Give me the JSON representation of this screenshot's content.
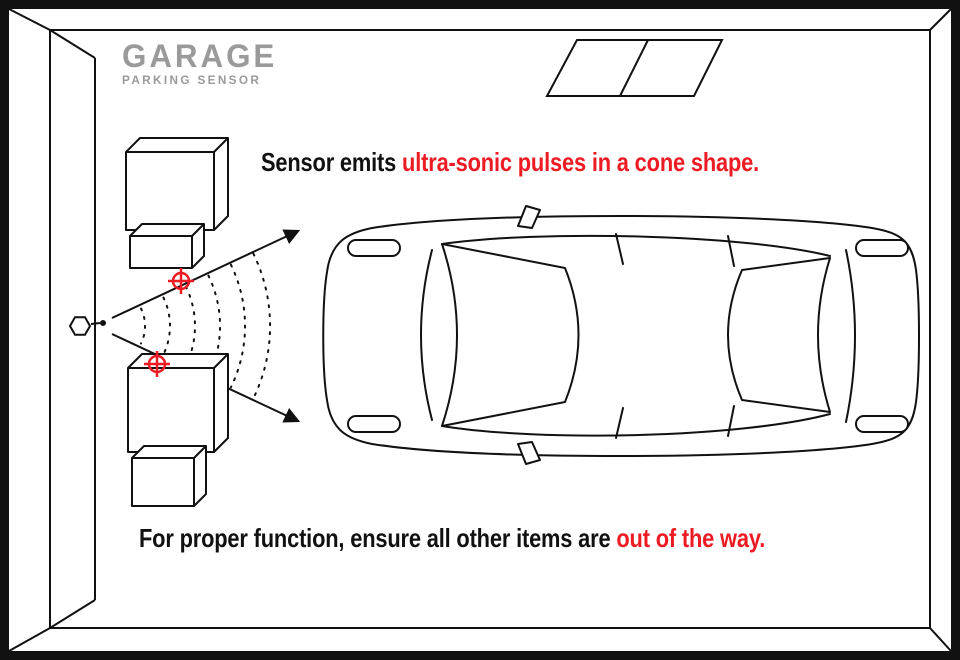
{
  "logo": {
    "name": "GARAGE",
    "tagline": "PARKING SENSOR"
  },
  "annotations": {
    "top": {
      "prefix": "Sensor emits ",
      "highlight": "ultra-sonic pulses in a cone shape."
    },
    "bottom": {
      "prefix": "For proper function, ensure all other items are ",
      "highlight": "out of the way."
    }
  },
  "icons": {
    "sensor": "hex-bolt-sensor",
    "target_marks": "crosshair-circle",
    "pulses": "dashed-concentric-arcs",
    "cone": "diverging-arrows",
    "obstacles": "stacked-boxes",
    "vehicle": "car-top-view"
  },
  "colors": {
    "highlight_red": "#ed1c24",
    "logo_gray": "#9a9a9a",
    "ink": "#111111",
    "background": "#ffffff"
  }
}
